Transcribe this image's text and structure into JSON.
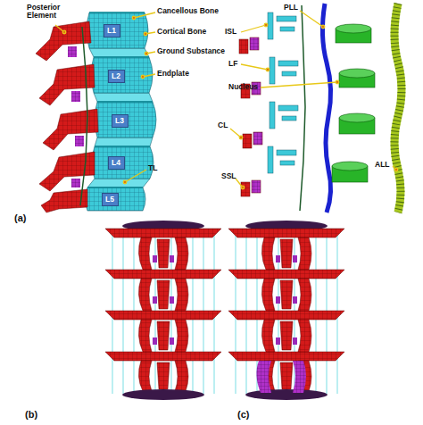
{
  "diagram": {
    "nodes": [
      {
        "text": [
          "L1"
        ]
      },
      {
        "text": [
          "L2"
        ]
      },
      {
        "text": [
          "L3"
        ]
      },
      {
        "text": [
          "L4"
        ]
      },
      {
        "text": [
          "L5"
        ]
      }
    ],
    "labels": [
      "Posterior Element",
      "Cancellous Bone",
      "Cortical Bone",
      "Ground Substance",
      "Endplate",
      "TL",
      "PLL",
      "ISL",
      "LF",
      "Nucleus",
      "CL",
      "SSL",
      "ALL",
      "(a)",
      "(b)",
      "(c)"
    ]
  }
}
